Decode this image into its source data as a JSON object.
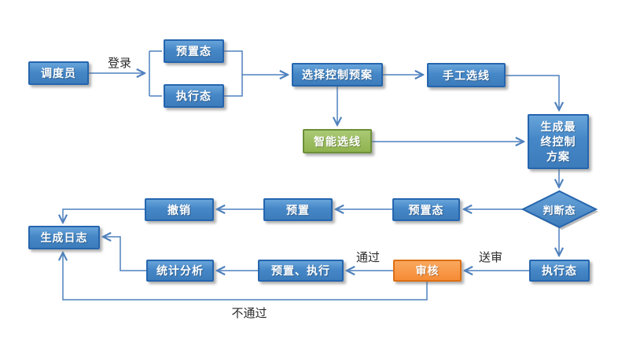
{
  "diagram_type": "flowchart",
  "background": "#ffffff",
  "colors": {
    "node_blue_fill": "#4587c7",
    "node_blue_border": "#2565ae",
    "node_green_fill": "#90b34e",
    "node_green_border": "#6d8f39",
    "node_orange_fill": "#f68b35",
    "node_orange_border": "#dd6f13",
    "connector": "#4f81bd",
    "node_text": "#ffffff",
    "edge_label_text": "#2b2b2b"
  },
  "nodes": {
    "dispatcher": {
      "label": "调度员",
      "shape": "process",
      "color": "blue"
    },
    "preset_state_login": {
      "label": "预置态",
      "shape": "process",
      "color": "blue"
    },
    "exec_state_login": {
      "label": "执行态",
      "shape": "process",
      "color": "blue"
    },
    "select_control_plan": {
      "label": "选择控制预案",
      "shape": "process",
      "color": "blue"
    },
    "manual_line_selection": {
      "label": "手工选线",
      "shape": "process",
      "color": "blue"
    },
    "intelligent_line_selection": {
      "label": "智能选线",
      "shape": "process",
      "color": "green"
    },
    "generate_final_scheme": {
      "label": "生成最终控制方案",
      "shape": "process",
      "color": "blue"
    },
    "judge_state": {
      "label": "判断态",
      "shape": "decision",
      "color": "blue"
    },
    "preset_state_mid": {
      "label": "预置态",
      "shape": "process",
      "color": "blue"
    },
    "preset": {
      "label": "预置",
      "shape": "process",
      "color": "blue"
    },
    "revoke": {
      "label": "撤销",
      "shape": "process",
      "color": "blue"
    },
    "generate_log": {
      "label": "生成日志",
      "shape": "process",
      "color": "blue"
    },
    "exec_state_bottom": {
      "label": "执行态",
      "shape": "process",
      "color": "blue"
    },
    "review": {
      "label": "审核",
      "shape": "process",
      "color": "orange"
    },
    "preset_execute": {
      "label": "预置、执行",
      "shape": "process",
      "color": "blue"
    },
    "statistical_analysis": {
      "label": "统计分析",
      "shape": "process",
      "color": "blue"
    }
  },
  "edge_labels": {
    "login": "登录",
    "pass": "通过",
    "submit": "送审",
    "fail": "不通过"
  },
  "edges": [
    {
      "from": "dispatcher",
      "to": "preset_state_login",
      "label": "登录"
    },
    {
      "from": "dispatcher",
      "to": "exec_state_login",
      "label": "登录"
    },
    {
      "from": "preset_state_login",
      "to": "select_control_plan"
    },
    {
      "from": "exec_state_login",
      "to": "select_control_plan"
    },
    {
      "from": "select_control_plan",
      "to": "manual_line_selection"
    },
    {
      "from": "select_control_plan",
      "to": "intelligent_line_selection"
    },
    {
      "from": "manual_line_selection",
      "to": "generate_final_scheme"
    },
    {
      "from": "intelligent_line_selection",
      "to": "generate_final_scheme"
    },
    {
      "from": "generate_final_scheme",
      "to": "judge_state"
    },
    {
      "from": "judge_state",
      "to": "preset_state_mid"
    },
    {
      "from": "preset_state_mid",
      "to": "preset"
    },
    {
      "from": "preset",
      "to": "revoke"
    },
    {
      "from": "revoke",
      "to": "generate_log"
    },
    {
      "from": "judge_state",
      "to": "exec_state_bottom"
    },
    {
      "from": "exec_state_bottom",
      "to": "review",
      "label": "送审"
    },
    {
      "from": "review",
      "to": "preset_execute",
      "label": "通过"
    },
    {
      "from": "preset_execute",
      "to": "statistical_analysis"
    },
    {
      "from": "statistical_analysis",
      "to": "generate_log"
    },
    {
      "from": "review",
      "to": "generate_log",
      "label": "不通过"
    }
  ]
}
